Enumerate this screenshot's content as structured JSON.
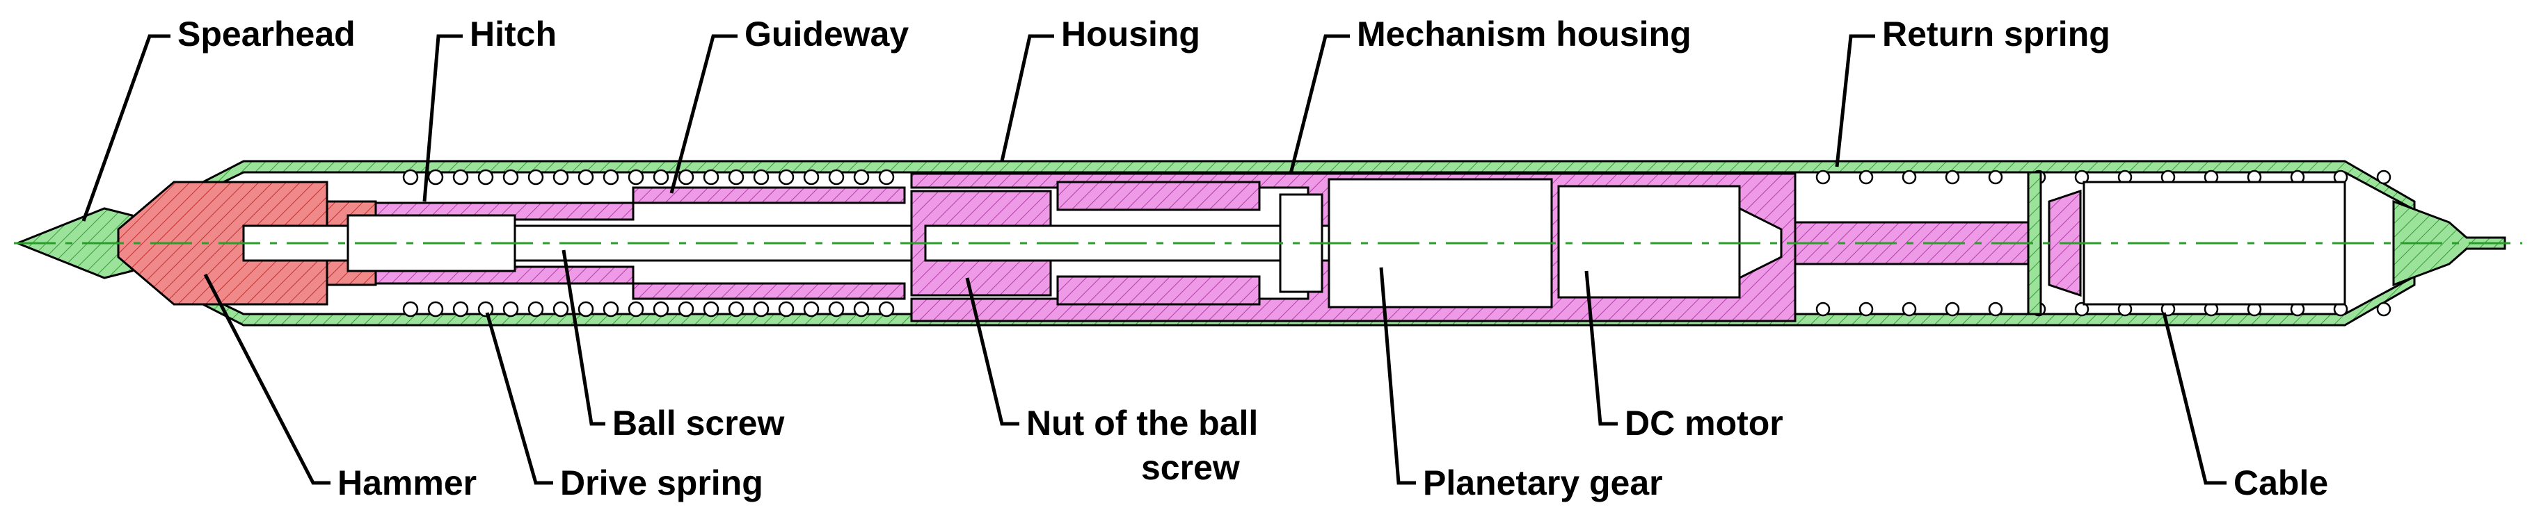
{
  "labels": {
    "spearhead": "Spearhead",
    "hitch": "Hitch",
    "guideway": "Guideway",
    "housing": "Housing",
    "mechanism_housing": "Mechanism housing",
    "return_spring": "Return spring",
    "ball_screw": "Ball screw",
    "nut_line1": "Nut of the ball",
    "nut_line2": "screw",
    "dc_motor": "DC motor",
    "hammer": "Hammer",
    "drive_spring": "Drive spring",
    "planetary_gear": "Planetary gear",
    "cable": "Cable"
  },
  "colors": {
    "housing_green": "#9be39b",
    "hammer_red": "#f08a8a",
    "mechanism_magenta": "#ee9ae6",
    "centerline": "#2a9d2a"
  }
}
